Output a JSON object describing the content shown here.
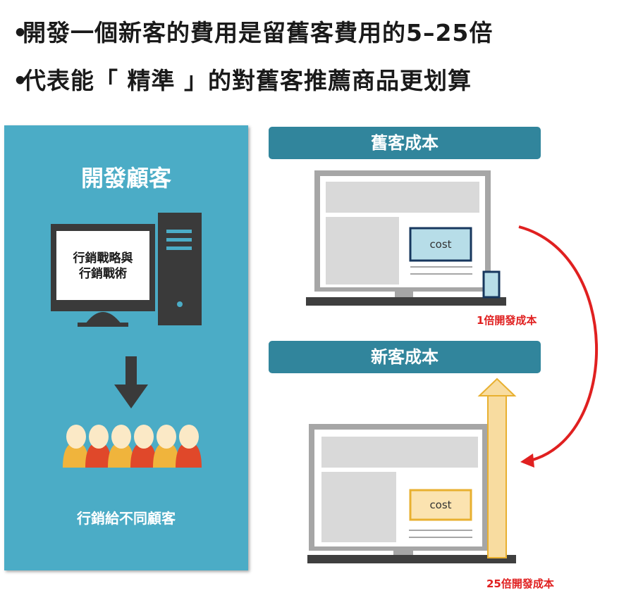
{
  "bullets": [
    "開發一個新客的費用是留舊客費用的5–25倍",
    "代表能「 精準 」的對舊客推薦商品更划算"
  ],
  "left_panel": {
    "title": "開發顧客",
    "screen_line1": "行銷戰略與",
    "screen_line2": "行銷戰術",
    "caption": "行銷給不同顧客"
  },
  "old_customer": {
    "bar_label": "舊客成本",
    "box_label": "cost",
    "multiplier_label": "1倍開發成本"
  },
  "new_customer": {
    "bar_label": "新客成本",
    "box_label": "cost",
    "multiplier_label": "25倍開發成本"
  },
  "colors": {
    "panel": "#4bacc6",
    "bar": "#31859c",
    "arrow_red": "#e02020",
    "arrow_gold": "#f8dca0"
  }
}
